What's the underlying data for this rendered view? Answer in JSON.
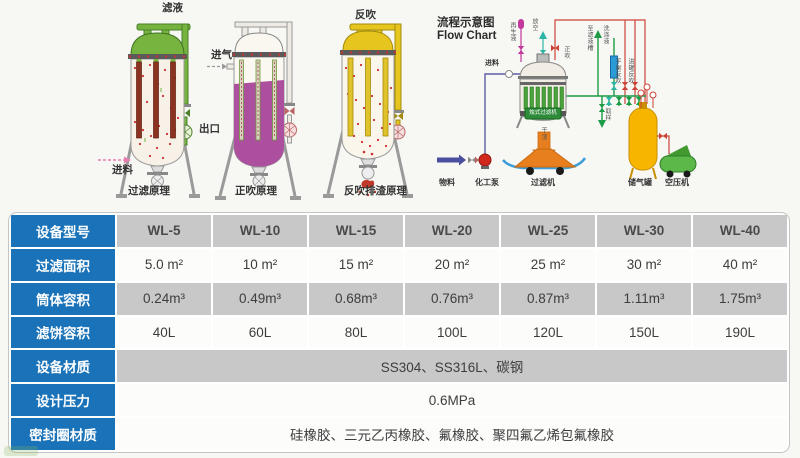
{
  "colors": {
    "header_blue": "#1a73b8",
    "row_gray": "#c8c8c8",
    "row_white": "#fcfcfb",
    "vessel1_green": "#76b43f",
    "vessel2_liquid_purple": "#ab4f9e",
    "vessel3_yellow": "#e6c51f",
    "slag_orange": "#e87f1e",
    "gas_tank_yellow": "#f7b500",
    "compressor_green": "#5cb949"
  },
  "diagrams": {
    "vessel1": {
      "top_label": "滤液",
      "outlet_label": "出口",
      "feed_label": "进料",
      "caption": "过滤原理"
    },
    "vessel2": {
      "gas_label": "进气",
      "caption": "正吹原理"
    },
    "vessel3": {
      "top_label": "反吹",
      "caption": "反吹排渣原理"
    }
  },
  "flow": {
    "title_cn": "流程示意图",
    "title_en": "Flow Chart",
    "labels": {
      "feed": "进料",
      "regen_liquid": "再生液",
      "vent": "放空",
      "forward_blow": "正吹",
      "to_filtrate_tank": "至滤液槽",
      "wash_liquid": "洗涤液",
      "balance_backblow": "平衡反吹",
      "tank_backblow": "进罐反吹",
      "sampling": "取样",
      "vessel_badge": "烛式过滤机",
      "dry_slag": "干渣",
      "material": "物料",
      "pump": "化工泵",
      "filter_machine": "过滤机",
      "gas_tank": "储气罐",
      "air_compressor": "空压机"
    }
  },
  "table": {
    "rows": [
      {
        "header": "设备型号",
        "values": [
          "WL-5",
          "WL-10",
          "WL-15",
          "WL-20",
          "WL-25",
          "WL-30",
          "WL-40"
        ]
      },
      {
        "header": "过滤面积",
        "values": [
          "5.0 m²",
          "10 m²",
          "15 m²",
          "20 m²",
          "25 m²",
          "30 m²",
          "40 m²"
        ]
      },
      {
        "header": "筒体容积",
        "values": [
          "0.24m³",
          "0.49m³",
          "0.68m³",
          "0.76m³",
          "0.87m³",
          "1.11m³",
          "1.75m³"
        ]
      },
      {
        "header": "滤饼容积",
        "values": [
          "40L",
          "60L",
          "80L",
          "100L",
          "120L",
          "150L",
          "190L"
        ]
      },
      {
        "header": "设备材质",
        "span_value": "SS304、SS316L、碳钢"
      },
      {
        "header": "设计压力",
        "span_value": "0.6MPa"
      },
      {
        "header": "密封圈材质",
        "span_value": "硅橡胶、三元乙丙橡胶、氟橡胶、聚四氟乙烯包氟橡胶"
      }
    ]
  }
}
